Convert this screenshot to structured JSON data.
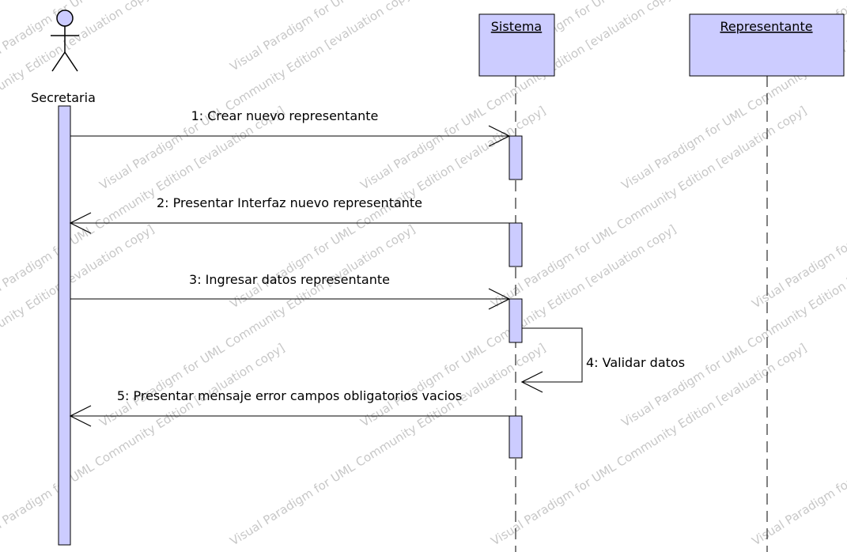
{
  "diagram": {
    "type": "sequence",
    "actor": {
      "name": "Secretaria"
    },
    "lifelines": [
      {
        "id": "sistema",
        "name": "Sistema"
      },
      {
        "id": "representante",
        "name": "Representante"
      }
    ],
    "messages": [
      {
        "label": "1: Crear nuevo representante",
        "from": "Secretaria",
        "to": "Sistema"
      },
      {
        "label": "2: Presentar Interfaz nuevo representante",
        "from": "Sistema",
        "to": "Secretaria"
      },
      {
        "label": "3: Ingresar datos representante",
        "from": "Secretaria",
        "to": "Sistema"
      },
      {
        "label": "4: Validar datos",
        "from": "Sistema",
        "to": "Sistema"
      },
      {
        "label": "5: Presentar mensaje error campos obligatorios vacios",
        "from": "Sistema",
        "to": "Secretaria"
      }
    ],
    "colors": {
      "box_fill": "#ccccff",
      "line": "#000000",
      "watermark": "#9a9a9a"
    }
  },
  "watermark": {
    "texts": [
      "Visual Paradigm for UML Community Edition [evaluation copy]"
    ]
  }
}
